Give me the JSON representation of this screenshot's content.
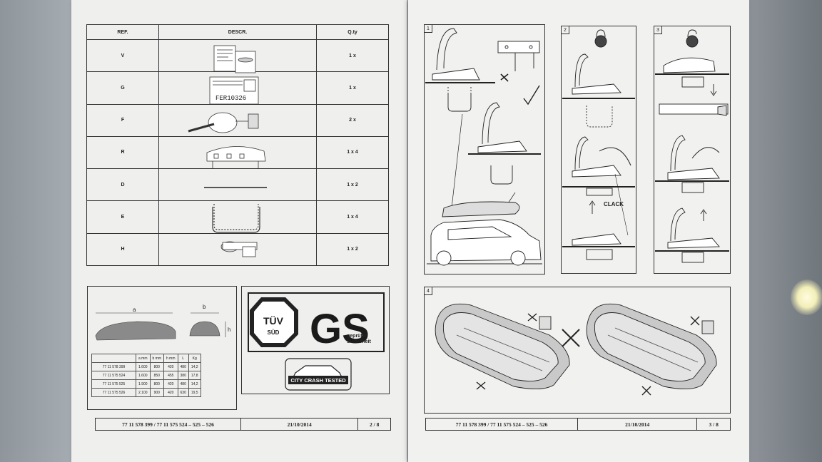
{
  "left_page": {
    "table": {
      "headers": [
        "REF.",
        "DESCR.",
        "Q.ty"
      ],
      "rows": [
        {
          "ref": "V",
          "qty": "1 x"
        },
        {
          "ref": "G",
          "qty": "1 x"
        },
        {
          "ref": "F",
          "qty": "2 x"
        },
        {
          "ref": "R",
          "qty": "1 x 4"
        },
        {
          "ref": "D",
          "qty": "1 x 2"
        },
        {
          "ref": "E",
          "qty": "1 x 4"
        },
        {
          "ref": "H",
          "qty": "1 x 2"
        }
      ],
      "plate_text": "FER10326"
    },
    "dimensions": {
      "labels": {
        "a": "a",
        "b": "b",
        "h": "h"
      },
      "headers": [
        "",
        "a\nmm",
        "b\nmm",
        "h\nmm",
        "L",
        "Kg"
      ],
      "rows": [
        [
          "77 11 578 399",
          "1.600",
          "800",
          "420",
          "480",
          "14,2"
        ],
        [
          "77 11 575 524",
          "1.600",
          "850",
          "455",
          "380",
          "17,8"
        ],
        [
          "77 11 575 525",
          "1.900",
          "800",
          "420",
          "480",
          "14,2"
        ],
        [
          "77 11 575 526",
          "2.100",
          "900",
          "420",
          "630",
          "19,5"
        ]
      ]
    },
    "certs": {
      "tuv_top": "TÜV",
      "tuv_bottom": "SÜD",
      "gs": "GS",
      "gs_sub1": "geprüfte",
      "gs_sub2": "Sicherheit",
      "crash": "CITY CRASH TESTED"
    },
    "footer": {
      "refs": "77 11 578 399 / 77 11 575 524 – 525 – 526",
      "date": "21/10/2014",
      "page": "2 / 8"
    }
  },
  "right_page": {
    "steps": [
      "1",
      "2",
      "3",
      "4"
    ],
    "clack": "CLACK",
    "footer": {
      "refs": "77 11 578 399 / 77 11 575 524 – 525 – 526",
      "date": "21/10/2014",
      "page": "3 / 8"
    }
  }
}
